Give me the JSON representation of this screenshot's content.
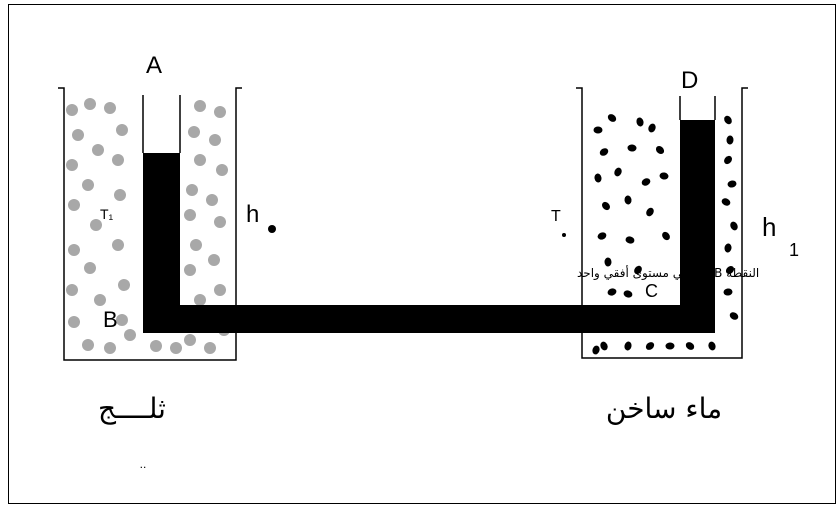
{
  "diagram": {
    "labels": {
      "A": "A",
      "B": "B",
      "C": "C",
      "D": "D",
      "h_left": "h",
      "h_right": "h",
      "h_right_sub": "1",
      "t_left": "T₁",
      "t_right": "T"
    },
    "annotation": "النقطة B و C في مستوى أفقي واحد",
    "captions": {
      "left": "ثلــــج",
      "right": "ماء ساخن",
      "dots": ".."
    },
    "colors": {
      "liquid": "#000000",
      "ice": "#a8a8a8",
      "hot_water_dots": "#000000",
      "frame": "#000000"
    }
  }
}
